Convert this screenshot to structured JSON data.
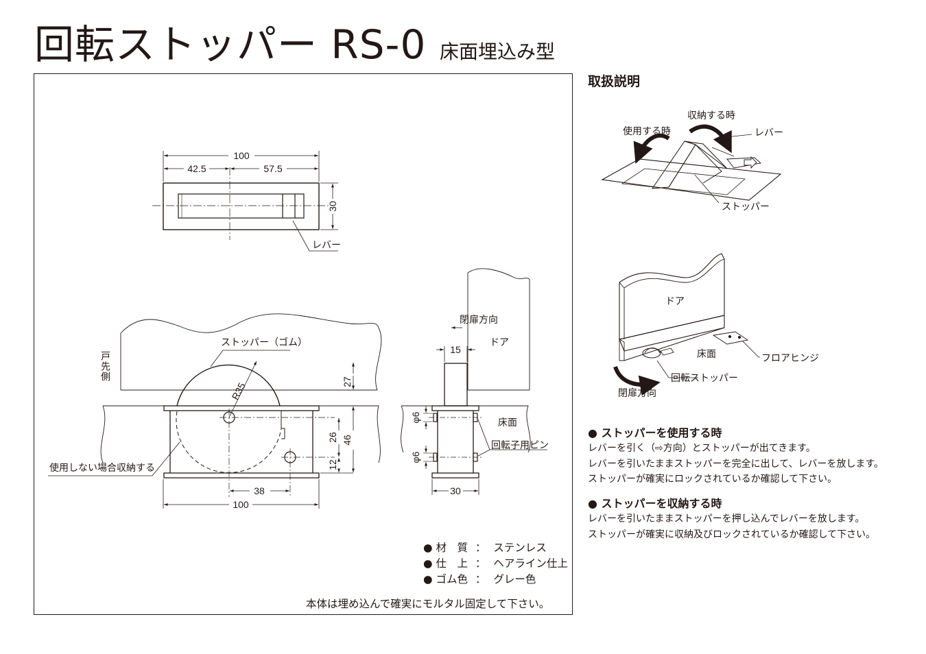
{
  "header": {
    "title": "回転ストッパー RS-0",
    "subtitle": "床面埋込み型"
  },
  "drawing": {
    "dimensions": {
      "top_width": "100",
      "left_part": "42.5",
      "right_part": "57.5",
      "top_height": "30",
      "side_gap": "27",
      "radius": "R35",
      "hole_pitch": "26",
      "total_depth": "46",
      "bottom_hole": "12",
      "hole_offset": "38",
      "bottom_width": "100",
      "profile_width": "15",
      "pin_dia_upper": "φ6",
      "pin_dia_lower": "φ6",
      "base_width": "30"
    },
    "labels": {
      "lever": "レバー",
      "stopper_rubber": "ストッパー（ゴム）",
      "door_tip_side": "戸先側",
      "store_when_unused": "使用しない場合収納する",
      "closing_direction": "閉扉方向",
      "door": "ドア",
      "floor": "床面",
      "rotor_pin": "回転子用ピン"
    },
    "specs": [
      {
        "bullet": "●",
        "key": "材　質",
        "sep": "：",
        "value": "ステンレス"
      },
      {
        "bullet": "●",
        "key": "仕　上",
        "sep": "：",
        "value": "ヘアライン仕上"
      },
      {
        "bullet": "●",
        "key": "ゴム色",
        "sep": "：",
        "value": "グレー色"
      }
    ],
    "note": "本体は埋め込んで確実にモルタル固定して下さい。"
  },
  "instructions": {
    "title": "取扱説明",
    "figure1": {
      "when_storing": "収納する時",
      "when_using": "使用する時",
      "lever": "レバー",
      "stopper": "ストッパー"
    },
    "figure2": {
      "door": "ドア",
      "floor": "床面",
      "floor_hinge": "フロアヒンジ",
      "rotary_stopper": "回転ストッパー",
      "closing_direction": "閉扉方向"
    },
    "sections": [
      {
        "heading": "● ストッパーを使用する時",
        "lines": [
          "レバーを引く（⇨方向）とストッパーが出てきます。",
          "レバーを引いたままストッパーを完全に出して、レバーを放します。",
          "ストッパーが確実にロックされているか確認して下さい。"
        ]
      },
      {
        "heading": "● ストッパーを収納する時",
        "lines": [
          "レバーを引いたままストッパーを押し込んでレバーを放します。",
          "ストッパーが確実に収納及びロックされているか確認して下さい。"
        ]
      }
    ]
  }
}
